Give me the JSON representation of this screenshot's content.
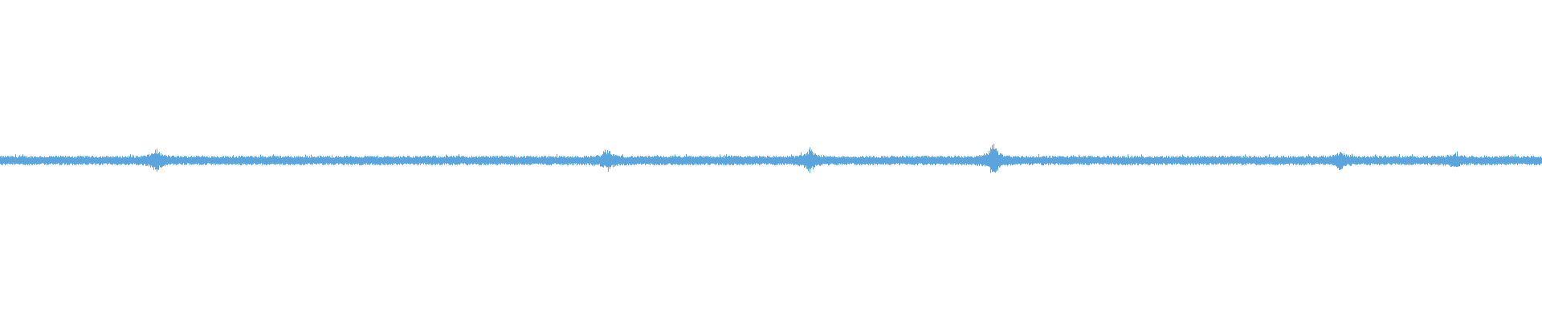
{
  "waveform": {
    "color": "#5aa5dd",
    "background": "#ffffff",
    "base_amplitude": 0.06,
    "peaks": [
      {
        "position": 0.101,
        "amplitude": 0.16
      },
      {
        "position": 0.394,
        "amplitude": 0.15
      },
      {
        "position": 0.525,
        "amplitude": 0.17
      },
      {
        "position": 0.644,
        "amplitude": 0.24
      },
      {
        "position": 0.869,
        "amplitude": 0.14
      },
      {
        "position": 0.943,
        "amplitude": 0.11
      }
    ]
  }
}
